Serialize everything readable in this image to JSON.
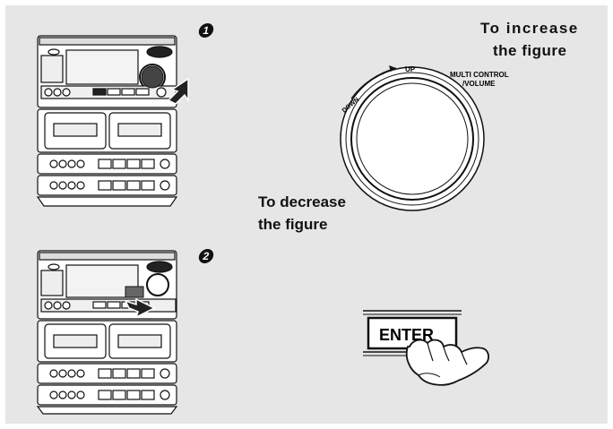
{
  "steps": [
    {
      "number": "1",
      "increase_label": [
        "To increase",
        "the figure"
      ],
      "decrease_label": [
        "To decrease",
        "the figure"
      ]
    },
    {
      "number": "2"
    }
  ],
  "knob": {
    "label_line1": "MULTI CONTROL",
    "label_line2": "/VOLUME",
    "up_label": "UP",
    "down_label": "DOWN"
  },
  "enter_button": {
    "label": "ENTER"
  }
}
